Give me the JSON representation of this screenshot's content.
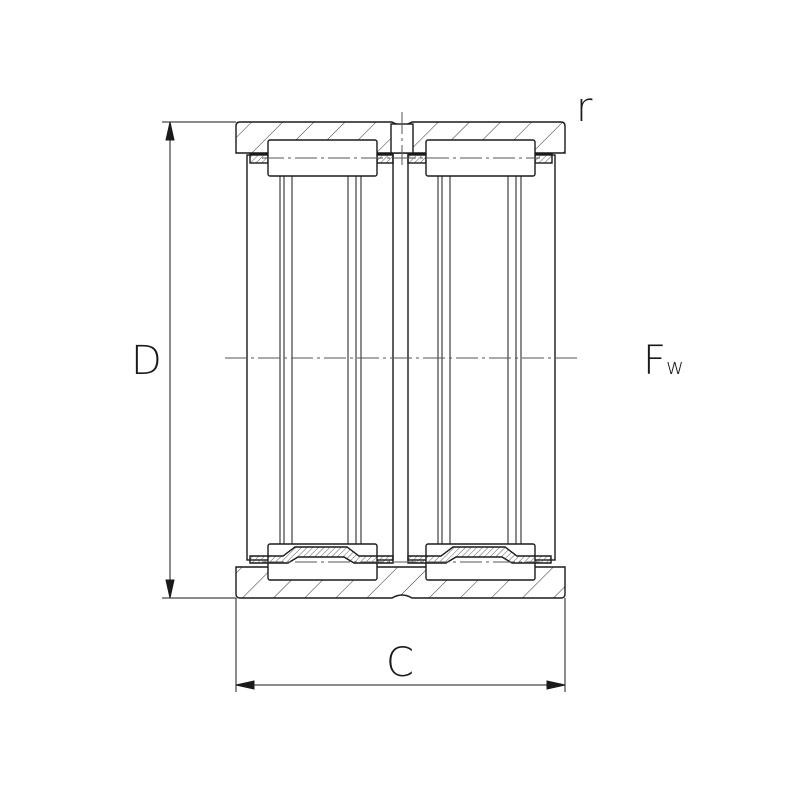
{
  "labels": {
    "outer_diameter": "D",
    "width": "C",
    "radius": "r",
    "roller_diameter_main": "F",
    "roller_diameter_sub": "w"
  },
  "colors": {
    "line": "#1a1a1a",
    "centerline": "#555555"
  }
}
